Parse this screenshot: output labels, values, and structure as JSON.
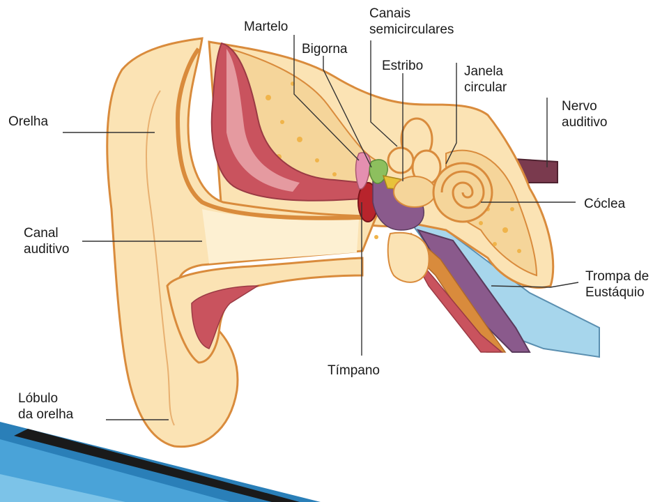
{
  "labels": {
    "orelha": [
      "Orelha"
    ],
    "canal_auditivo": [
      "Canal",
      "auditivo"
    ],
    "lobulo": [
      "Lóbulo",
      "da orelha"
    ],
    "martelo": [
      "Martelo"
    ],
    "canais": [
      "Canais",
      "semicirculares"
    ],
    "bigorna": [
      "Bigorna"
    ],
    "estribo": [
      "Estribo"
    ],
    "janela": [
      "Janela",
      "circular"
    ],
    "nervo": [
      "Nervo",
      "auditivo"
    ],
    "coclea": [
      "Cóclea"
    ],
    "trompa": [
      "Trompa de",
      "Eustáquio"
    ],
    "timpano": [
      "Tímpano"
    ]
  },
  "colors": {
    "skin": "#fbe3b4",
    "skin_light": "#fdf0d2",
    "skin_outline": "#d98b3c",
    "bone": "#f5d59a",
    "bone_spots": "#f0b44a",
    "muscle": "#c9535e",
    "muscle_light": "#e59aa0",
    "eardrum": "#b8242c",
    "ossicle_martelo": "#e58fb0",
    "ossicle_bigorna": "#8dbf5e",
    "ossicle_estribo": "#e8c23a",
    "tube_purple": "#8a5a8c",
    "tube_blue": "#a7d6ec",
    "nerve": "#7a3a4e",
    "accent_bar": "#2a7fb8"
  }
}
